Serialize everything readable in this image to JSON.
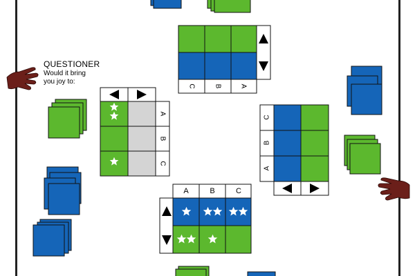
{
  "questioner": {
    "title": "QUESTIONER",
    "prompt": "Would it bring you joy to:"
  },
  "colors": {
    "green": "#5cb82e",
    "blue": "#1565b8",
    "gray": "#d4d4d4",
    "hand": "#6b1f1a"
  },
  "column_labels": [
    "A",
    "B",
    "C"
  ],
  "boards": {
    "top_center": {
      "rows": [
        [
          "green",
          "green",
          "green"
        ],
        [
          "blue",
          "blue",
          "blue"
        ]
      ],
      "labels_order": [
        "C",
        "B",
        "A"
      ]
    },
    "left": {
      "rows": [
        [
          "green",
          "gray"
        ],
        [
          "green",
          "gray"
        ],
        [
          "green",
          "gray"
        ]
      ],
      "stars": [
        2,
        0,
        1
      ],
      "labels": [
        "A",
        "B",
        "C"
      ]
    },
    "right": {
      "labels": [
        "C",
        "B",
        "A"
      ]
    },
    "bottom_center": {
      "labels": [
        "A",
        "B",
        "C"
      ],
      "stars_top": [
        1,
        2,
        2
      ],
      "stars_bottom": [
        2,
        1,
        0
      ]
    }
  },
  "icons": [
    "hand-left-icon",
    "hand-right-icon",
    "arrow-up-icon",
    "arrow-down-icon",
    "arrow-left-icon",
    "arrow-right-icon",
    "star-icon"
  ]
}
